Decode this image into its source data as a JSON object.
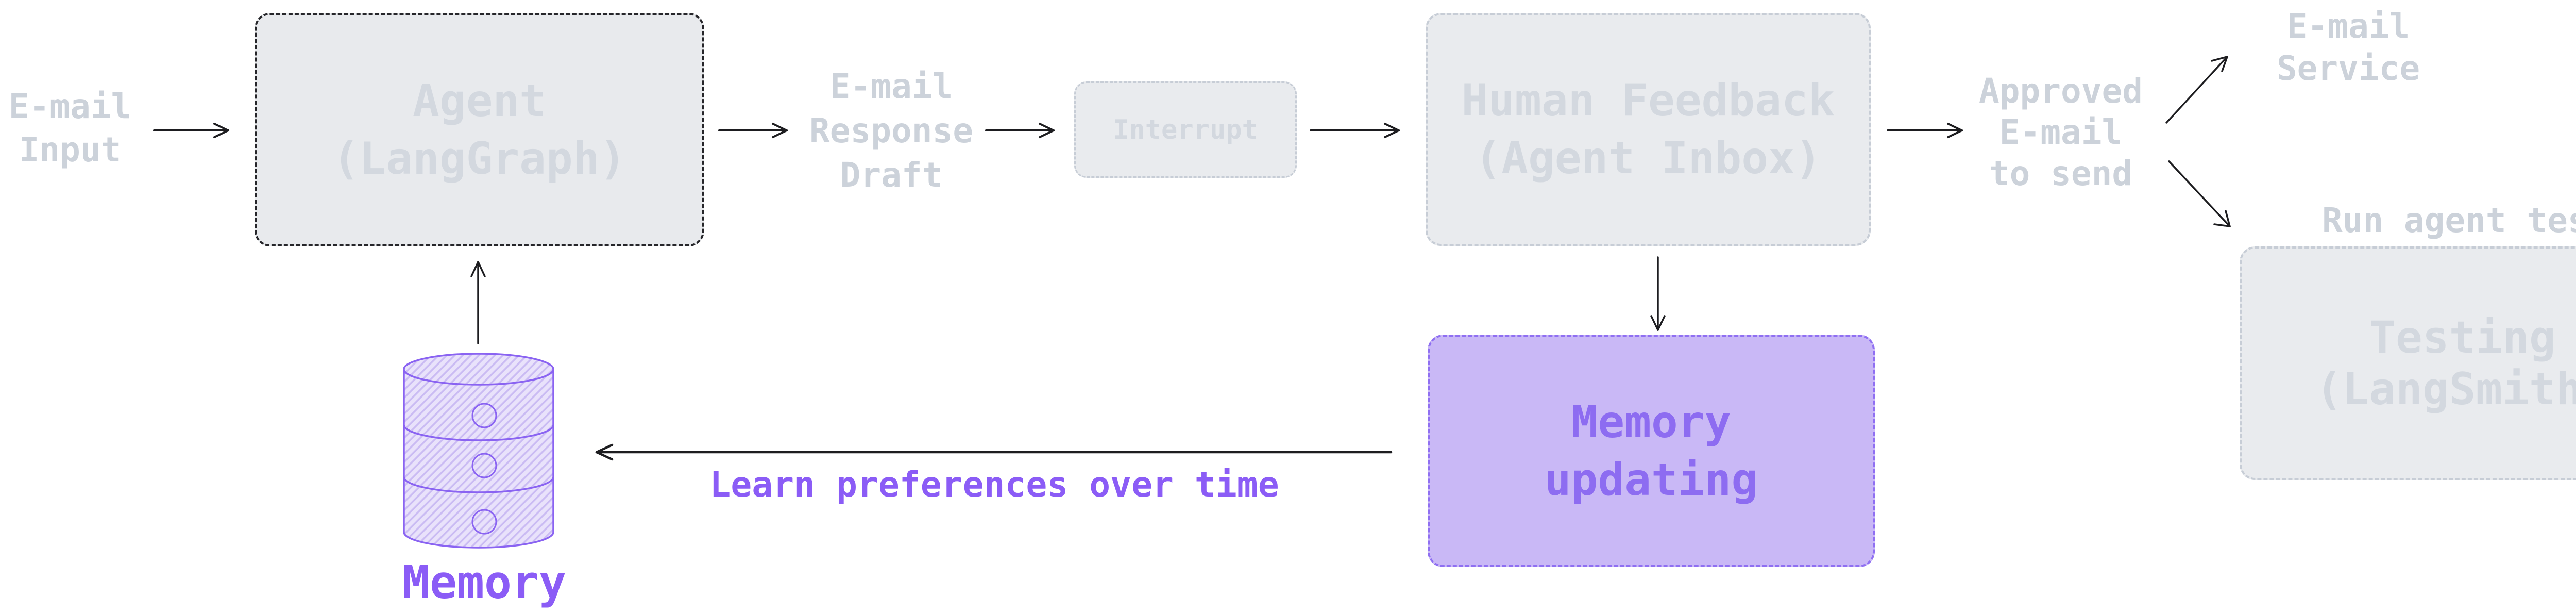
{
  "diagram": {
    "labels": {
      "email_input": "E-mail\nInput",
      "email_response_draft": "E-mail\nResponse\nDraft",
      "approved_email": "Approved\nE-mail\nto send",
      "email_service": "E-mail\nService",
      "run_agent_tests": "Run agent tests",
      "learn_preferences": "Learn preferences over time",
      "memory": "Memory"
    },
    "nodes": {
      "agent": "Agent\n(LangGraph)",
      "interrupt": "Interrupt",
      "human_feedback": "Human Feedback\n(Agent Inbox)",
      "memory_updating": "Memory\nupdating",
      "testing": "Testing\n(LangSmith)"
    },
    "icons": {
      "memory_database": "database-cylinder-icon"
    },
    "colors": {
      "background": "#ffffff",
      "gray_node_fill": "#e9ebee",
      "gray_node_border": "#c7cdd6",
      "gray_node_text": "#d3d8df",
      "gray_label_text": "#ccd2da",
      "agent_border": "#26262a",
      "purple_node_fill": "#c9b8f6",
      "purple_node_border": "#8f6ff2",
      "purple_node_text": "#8d6cf1",
      "purple_label_text": "#8b5cf6",
      "cylinder_stroke": "#8a63f2",
      "cylinder_fill": "#e9e2fb",
      "arrow_stroke": "#1d1d20"
    }
  }
}
